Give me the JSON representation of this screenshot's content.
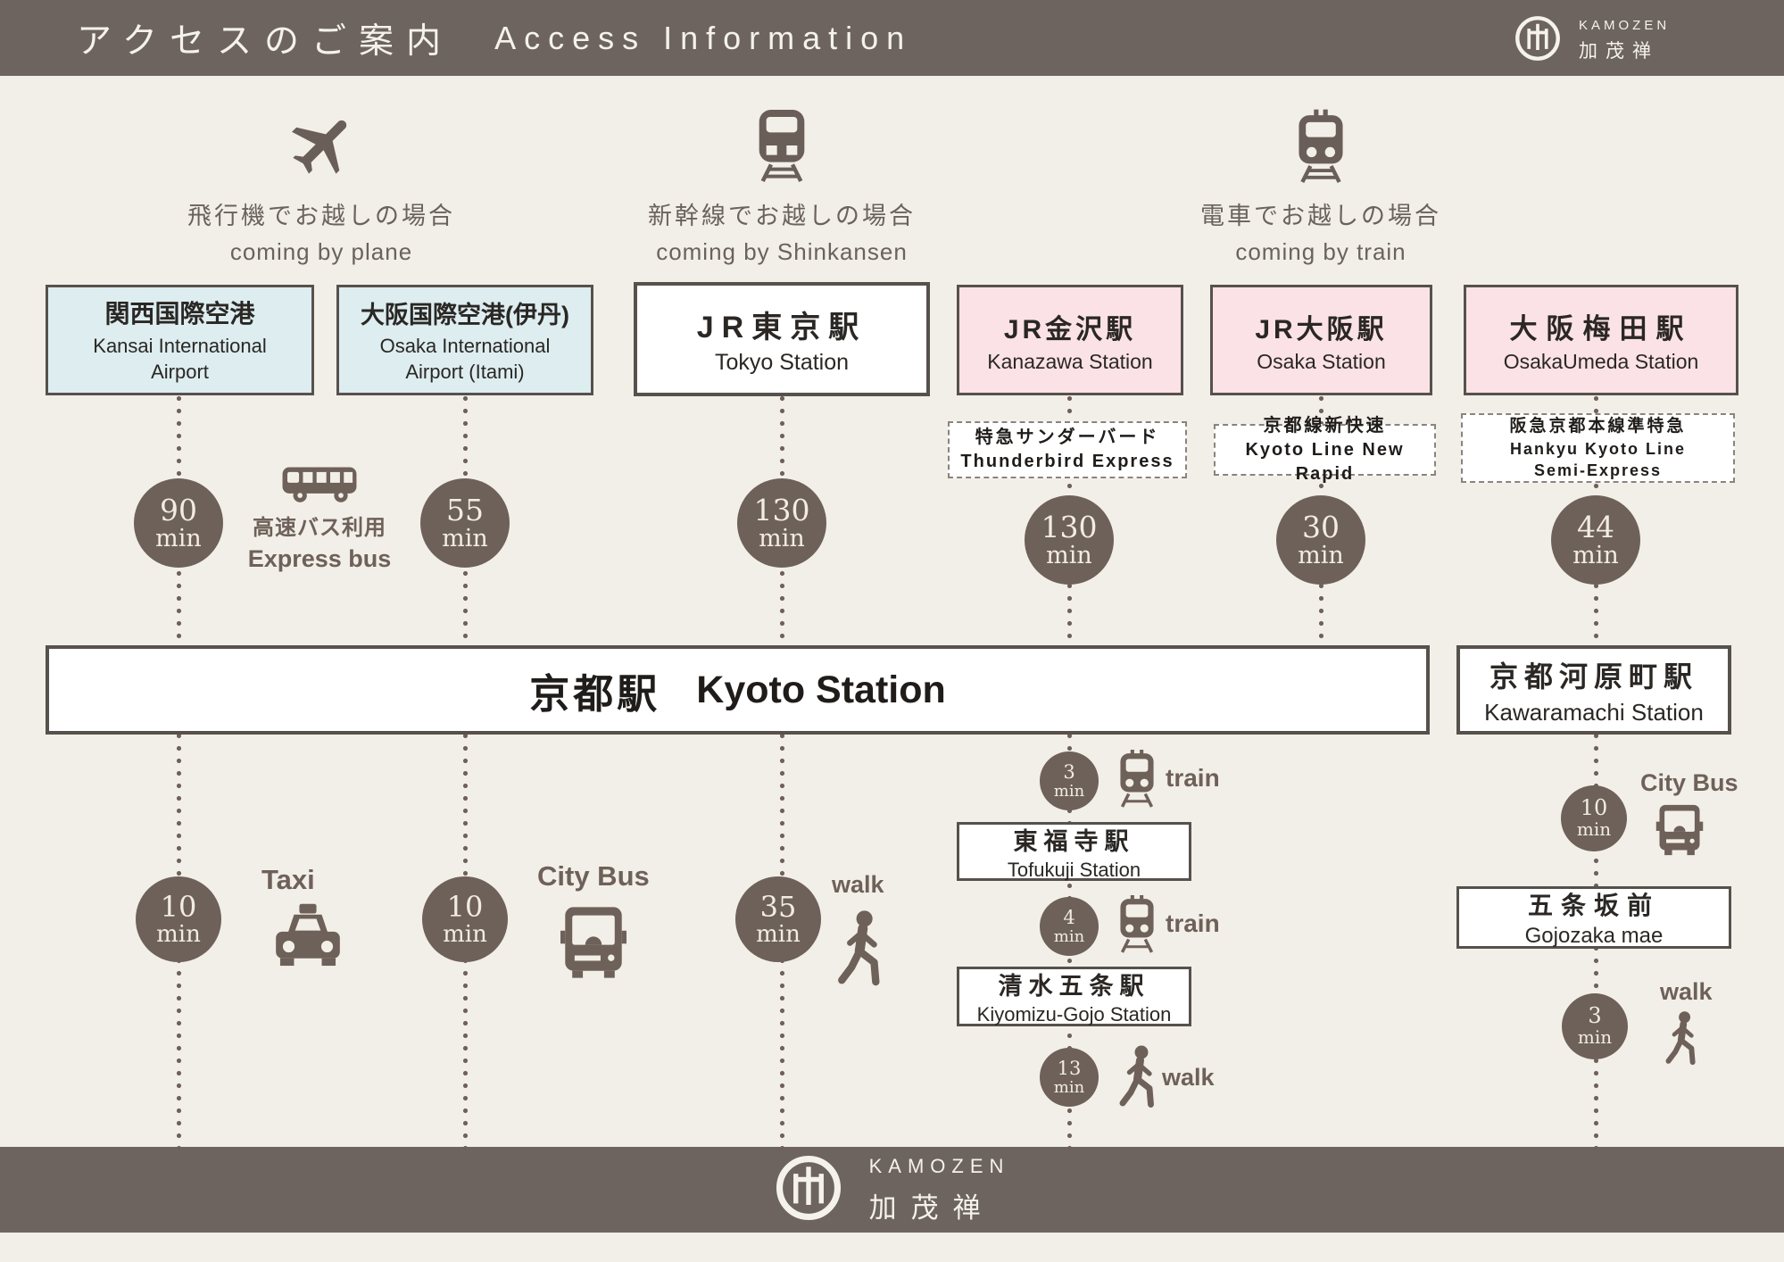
{
  "brand": {
    "name": "KAMOZEN",
    "kanji": "加茂禅"
  },
  "header": {
    "title_jp": "アクセスのご案内",
    "title_en": "Access Information"
  },
  "categories": [
    {
      "jp": "飛行機でお越しの場合",
      "en": "coming by plane",
      "icon": "plane"
    },
    {
      "jp": "新幹線でお越しの場合",
      "en": "coming by Shinkansen",
      "icon": "shinkansen"
    },
    {
      "jp": "電車でお越しの場合",
      "en": "coming by train",
      "icon": "train"
    }
  ],
  "origins": [
    {
      "jp": "関西国際空港",
      "en": "Kansai International Airport"
    },
    {
      "jp": "大阪国際空港(伊丹)",
      "en": "Osaka International Airport (Itami)"
    },
    {
      "jp": "JR東京駅",
      "en": "Tokyo Station"
    },
    {
      "jp": "JR金沢駅",
      "en": "Kanazawa Station"
    },
    {
      "jp": "JR大阪駅",
      "en": "Osaka Station"
    },
    {
      "jp": "大阪梅田駅",
      "en": "OsakaUmeda Station"
    }
  ],
  "routes": [
    {
      "jp": "特急サンダーバード",
      "en": "Thunderbird Express"
    },
    {
      "jp": "京都線新快速",
      "en": "Kyoto Line New Rapid"
    },
    {
      "jp": "阪急京都本線準特急",
      "en1": "Hankyu Kyoto Line",
      "en2": "Semi-Express"
    }
  ],
  "unit": "min",
  "durations": [
    "90",
    "55",
    "130",
    "130",
    "30",
    "44"
  ],
  "express_bus": {
    "jp": "高速バス利用",
    "en": "Express bus"
  },
  "kyoto_station": {
    "jp": "京都駅",
    "en": "Kyoto Station"
  },
  "kawaramachi": {
    "jp": "京都河原町駅",
    "en": "Kawaramachi Station"
  },
  "final_legs": [
    {
      "time": "10",
      "mode": "Taxi"
    },
    {
      "time": "10",
      "mode": "City Bus"
    },
    {
      "time": "35",
      "mode": "walk"
    }
  ],
  "tofukuji_chain": {
    "legs": [
      {
        "time": "3",
        "mode": "train"
      },
      {
        "time": "4",
        "mode": "train"
      },
      {
        "time": "13",
        "mode": "walk"
      }
    ],
    "stations": [
      {
        "jp": "東福寺駅",
        "en": "Tofukuji Station"
      },
      {
        "jp": "清水五条駅",
        "en": "Kiyomizu-Gojo Station"
      }
    ]
  },
  "gojozaka_chain": {
    "legs": [
      {
        "time": "10",
        "mode": "City Bus"
      },
      {
        "time": "3",
        "mode": "walk"
      }
    ],
    "station": {
      "jp": "五条坂前",
      "en": "Gojozaka mae"
    }
  },
  "colors": {
    "bar": "#6d6460",
    "background": "#f2efe8",
    "circle": "#6e6159",
    "blue_box": "#ddedf0",
    "pink_box": "#fbe2e6",
    "border": "#57514d"
  }
}
